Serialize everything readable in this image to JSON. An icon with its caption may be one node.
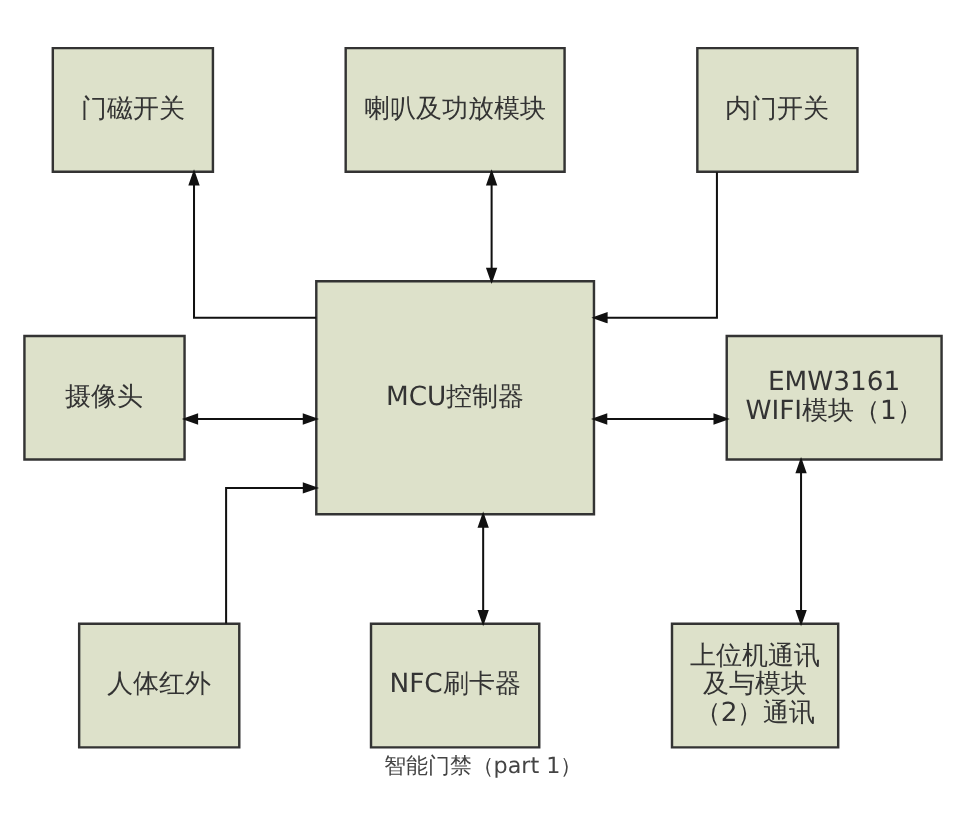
{
  "diagram": {
    "caption": "智能门禁（part 1）",
    "nodes": [
      {
        "text": [
          "门磁开关"
        ]
      },
      {
        "text": [
          "喇叭及功放模块"
        ]
      },
      {
        "text": [
          "内门开关"
        ]
      },
      {
        "text": [
          "摄像头"
        ]
      },
      {
        "text": [
          "MCU控制器"
        ]
      },
      {
        "text": [
          "EMW3161 WIFI模块（1）"
        ]
      },
      {
        "text": [
          "人体红外"
        ]
      },
      {
        "text": [
          "NFC刷卡器"
        ]
      },
      {
        "text": [
          "上位机通讯及与模块（2）通讯"
        ]
      }
    ],
    "edges": [
      {
        "from": 4,
        "to": 0,
        "arrow": "to"
      },
      {
        "from": 1,
        "to": 4,
        "arrow": "both"
      },
      {
        "from": 2,
        "to": 4,
        "arrow": "to"
      },
      {
        "from": 3,
        "to": 4,
        "arrow": "both"
      },
      {
        "from": 4,
        "to": 5,
        "arrow": "both"
      },
      {
        "from": 6,
        "to": 4,
        "arrow": "to"
      },
      {
        "from": 7,
        "to": 4,
        "arrow": "both"
      },
      {
        "from": 5,
        "to": 8,
        "arrow": "both"
      }
    ]
  }
}
